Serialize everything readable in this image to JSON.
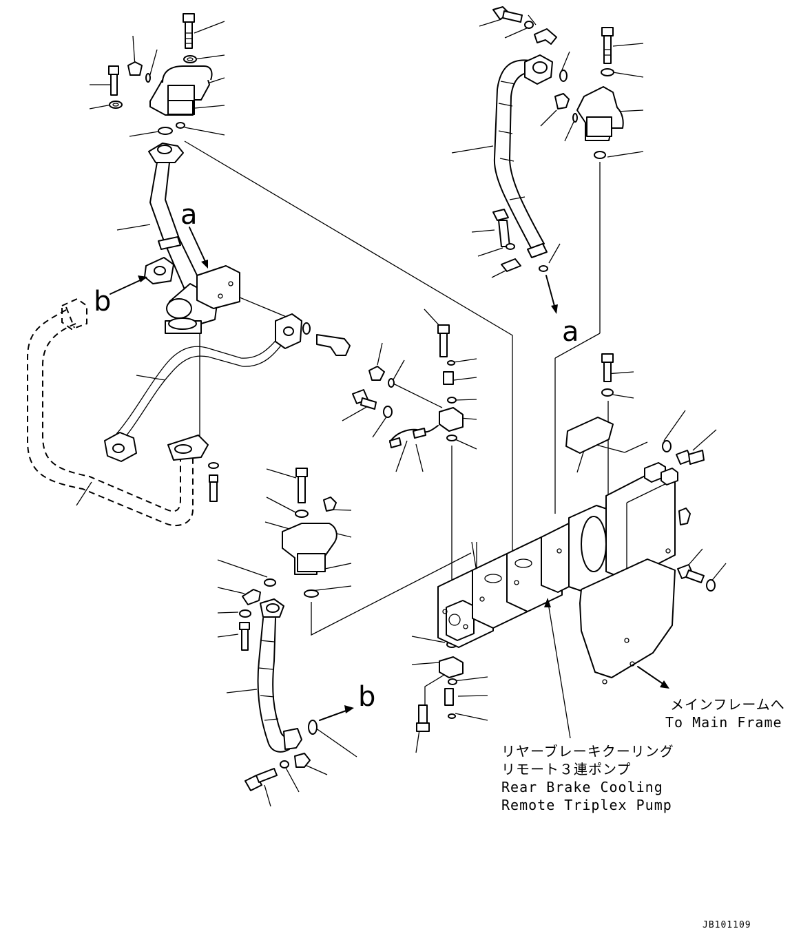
{
  "callouts": {
    "a_top": "a",
    "a_bottom": "a",
    "b_left": "b",
    "b_bottom": "b"
  },
  "main_frame": {
    "jp": "メインフレームへ",
    "en": "To Main Frame"
  },
  "pump": {
    "jp_line1": "リヤーブレーキクーリング",
    "jp_line2": "リモート３連ポンプ",
    "en_line1": "Rear Brake Cooling",
    "en_line2": "Remote Triplex Pump"
  },
  "drawing_number": "JB101109"
}
